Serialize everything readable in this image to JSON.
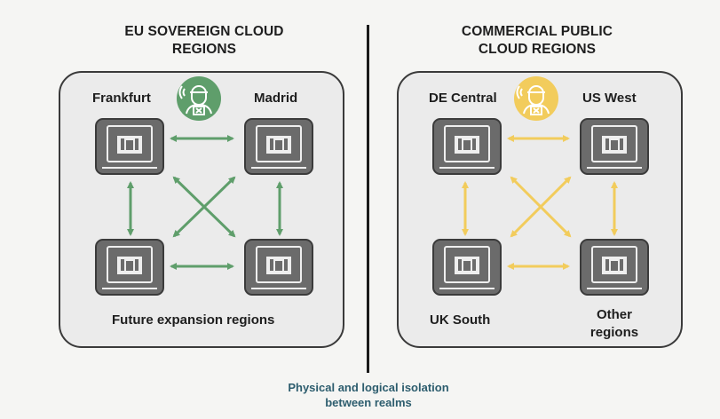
{
  "left_panel": {
    "title_line1": "EU SOVEREIGN CLOUD",
    "title_line2": "REGIONS",
    "region_top_left": "Frankfurt",
    "region_top_right": "Madrid",
    "bottom_label": "Future expansion regions",
    "accent_color": "#5f9e6b",
    "icon": "operator-icon"
  },
  "right_panel": {
    "title_line1": "COMMERCIAL PUBLIC",
    "title_line2": "CLOUD REGIONS",
    "region_top_left": "DE Central",
    "region_top_right": "US West",
    "region_bottom_left": "UK South",
    "region_bottom_right_line1": "Other",
    "region_bottom_right_line2": "regions",
    "accent_color": "#f2cc5c",
    "icon": "operator-icon"
  },
  "caption": {
    "line1": "Physical and logical isolation",
    "line2": "between realms"
  }
}
